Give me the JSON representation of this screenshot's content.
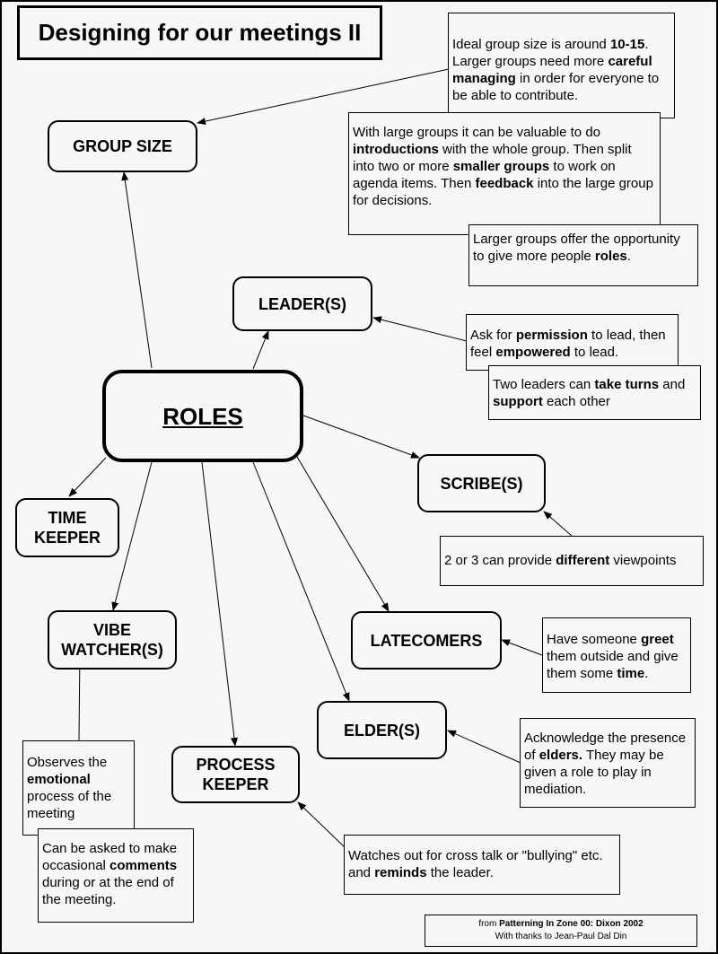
{
  "title": "Designing for our meetings II",
  "central_node": "ROLES",
  "nodes": {
    "group_size": "GROUP SIZE",
    "leaders": "LEADER(S)",
    "scribes": "SCRIBE(S)",
    "time_keeper_line1": "TIME",
    "time_keeper_line2": "KEEPER",
    "vibe_watcher_line1": "VIBE",
    "vibe_watcher_line2": "WATCHER(S)",
    "latecomers": "LATECOMERS",
    "elders": "ELDER(S)",
    "process_keeper_line1": "PROCESS",
    "process_keeper_line2": "KEEPER"
  },
  "notes": {
    "group_size_ideal": [
      {
        "t": "Ideal group size is around "
      },
      {
        "t": "10-15",
        "b": true
      },
      {
        "t": ". Larger groups need more "
      },
      {
        "t": "careful managing",
        "b": true
      },
      {
        "t": " in order for everyone to be able to contribute."
      }
    ],
    "large_groups": [
      {
        "t": "With large groups it can be valuable to do "
      },
      {
        "t": "introductions",
        "b": true
      },
      {
        "t": " with the whole group. Then split into two or more "
      },
      {
        "t": "smaller groups",
        "b": true
      },
      {
        "t": " to work on agenda items. Then "
      },
      {
        "t": "feedback",
        "b": true
      },
      {
        "t": " into the large group for decisions."
      }
    ],
    "larger_roles": [
      {
        "t": "Larger groups offer the opportunity to give more people "
      },
      {
        "t": "roles",
        "b": true
      },
      {
        "t": "."
      }
    ],
    "leader_permission": [
      {
        "t": "Ask for "
      },
      {
        "t": "permission",
        "b": true
      },
      {
        "t": " to lead, then feel "
      },
      {
        "t": "empowered",
        "b": true
      },
      {
        "t": " to lead."
      }
    ],
    "leader_turns": [
      {
        "t": "Two leaders can "
      },
      {
        "t": "take turns",
        "b": true
      },
      {
        "t": " and "
      },
      {
        "t": "support",
        "b": true
      },
      {
        "t": " each other"
      }
    ],
    "scribe_viewpoints": [
      {
        "t": "2 or 3 can provide "
      },
      {
        "t": "different",
        "b": true
      },
      {
        "t": " viewpoints"
      }
    ],
    "latecomers_greet": [
      {
        "t": "Have someone "
      },
      {
        "t": "greet",
        "b": true
      },
      {
        "t": " them outside and give them some "
      },
      {
        "t": "time",
        "b": true
      },
      {
        "t": "."
      }
    ],
    "elders_acknowledge": [
      {
        "t": "Acknowledge the presence of "
      },
      {
        "t": "elders.",
        "b": true
      },
      {
        "t": " They may be given a role to play in mediation."
      }
    ],
    "vibe_emotional": [
      {
        "t": "Observes the "
      },
      {
        "t": "emotional",
        "b": true
      },
      {
        "t": " process of the meeting"
      }
    ],
    "vibe_comments": [
      {
        "t": "Can be asked to make occasional "
      },
      {
        "t": "comments",
        "b": true
      },
      {
        "t": " during or at the end of the meeting."
      }
    ],
    "process_watches": [
      {
        "t": "Watches out for cross talk or \"bullying\" etc. and "
      },
      {
        "t": "reminds",
        "b": true
      },
      {
        "t": " the leader."
      }
    ]
  },
  "credit": {
    "prefix": "from ",
    "source": "Patterning In Zone 00: Dixon 2002",
    "thanks": "With thanks to Jean-Paul Dal Din"
  }
}
